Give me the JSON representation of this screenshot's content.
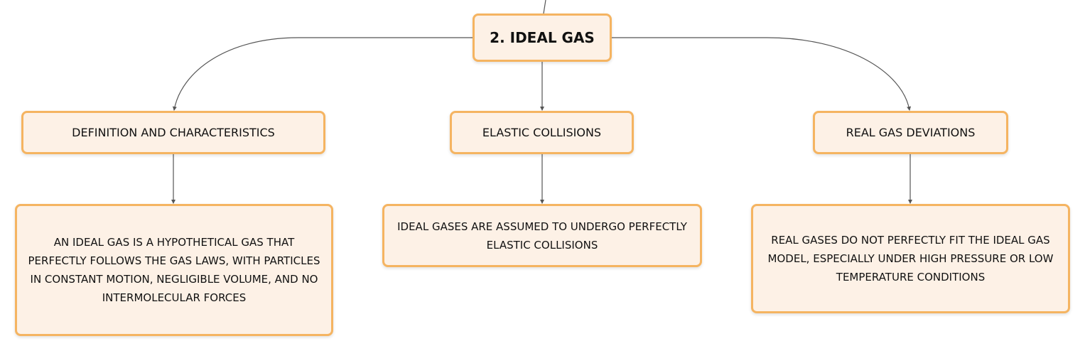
{
  "root": {
    "title": "2. IDEAL GAS"
  },
  "branches": [
    {
      "label": "DEFINITION AND CHARACTERISTICS",
      "detail": "AN IDEAL GAS IS A HYPOTHETICAL GAS THAT PERFECTLY FOLLOWS THE GAS LAWS, WITH PARTICLES IN CONSTANT MOTION, NEGLIGIBLE VOLUME, AND NO INTERMOLECULAR FORCES"
    },
    {
      "label": "ELASTIC COLLISIONS",
      "detail": "IDEAL GASES ARE ASSUMED TO UNDERGO PERFECTLY ELASTIC COLLISIONS"
    },
    {
      "label": "REAL GAS DEVIATIONS",
      "detail": "REAL GASES DO NOT PERFECTLY FIT THE IDEAL GAS MODEL, ESPECIALLY UNDER HIGH PRESSURE OR LOW TEMPERATURE CONDITIONS"
    }
  ],
  "colors": {
    "node_fill": "#fdf1e6",
    "node_border": "#f5b461",
    "connector": "#555555"
  }
}
